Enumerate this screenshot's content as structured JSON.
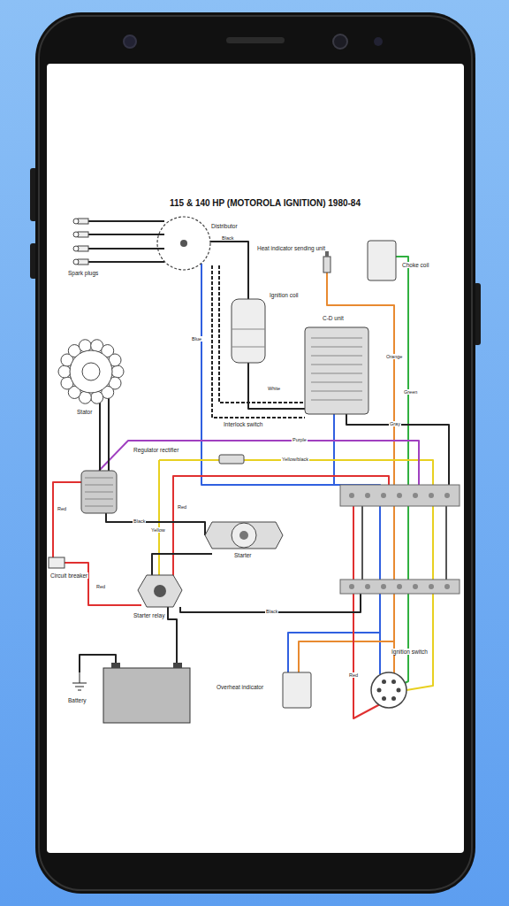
{
  "diagram": {
    "title": "115 & 140 HP (MOTOROLA IGNITION) 1980-84",
    "labels": [
      "Distributor",
      "Spark plugs",
      "Heat indicator sending unit",
      "Choke coil",
      "Ignition coil",
      "C-D unit",
      "Stator",
      "Regulator rectifier",
      "Interlock switch",
      "Circuit breaker",
      "Starter",
      "Starter relay",
      "Battery",
      "Overheat indicator",
      "Ignition switch",
      "Black",
      "Blue",
      "Red",
      "Red",
      "Black",
      "Yellow",
      "Red",
      "Purple",
      "Yellow/black",
      "Orange",
      "Green",
      "Black",
      "Red",
      "White",
      "Gray"
    ]
  }
}
